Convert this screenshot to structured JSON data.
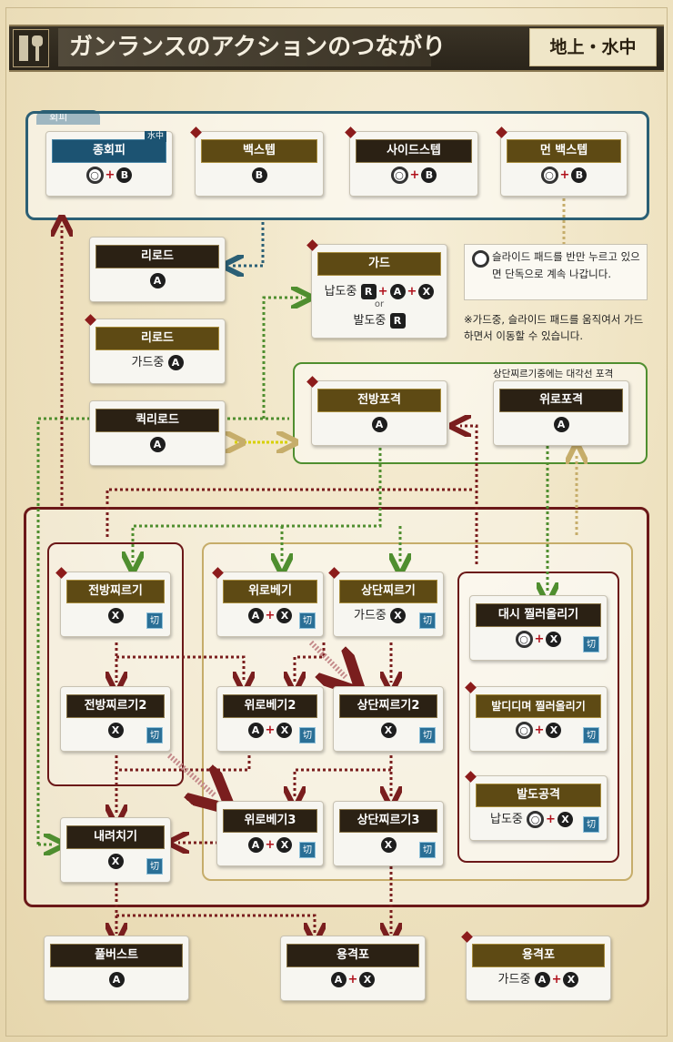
{
  "header": {
    "title": "ガンランスのアクションのつながり",
    "mode": "地上・水中"
  },
  "evade_group": {
    "label": "회피"
  },
  "plus_sign": "+",
  "nodes": {
    "dodge_sw": {
      "title": "종회피",
      "badge": "水中",
      "input": [
        "○",
        "B"
      ]
    },
    "backstep": {
      "title": "백스텝",
      "input": [
        "B"
      ]
    },
    "sidestep": {
      "title": "사이드스텝",
      "input": [
        "○",
        "B"
      ]
    },
    "far_backstep": {
      "title": "먼 백스텝",
      "input": [
        "○",
        "B"
      ]
    },
    "reload": {
      "title": "리로드",
      "input": [
        "A"
      ]
    },
    "reload_guard": {
      "title": "리로드",
      "prefix": "가드중",
      "input": [
        "A"
      ]
    },
    "quick_reload": {
      "title": "퀵리로드",
      "input": [
        "A"
      ]
    },
    "guard": {
      "title": "가드",
      "line1_prefix": "납도중",
      "line1": [
        "R",
        "A",
        "X"
      ],
      "or": "or",
      "line2_prefix": "발도중",
      "line2": [
        "R"
      ]
    },
    "fwd_shell": {
      "title": "전방포격",
      "input": [
        "A"
      ]
    },
    "up_shell": {
      "title": "위로포격",
      "input": [
        "A"
      ]
    },
    "fwd_poke": {
      "title": "전방찌르기",
      "input": [
        "X"
      ],
      "kiri": "切"
    },
    "up_slash": {
      "title": "위로베기",
      "input": [
        "A",
        "X"
      ],
      "kiri": "切"
    },
    "high_poke": {
      "title": "상단찌르기",
      "prefix": "가드중",
      "input": [
        "X"
      ],
      "kiri": "切"
    },
    "dash_thrust": {
      "title": "대시 찔러올리기",
      "input": [
        "○",
        "X"
      ],
      "kiri": "切"
    },
    "fwd_poke2": {
      "title": "전방찌르기2",
      "input": [
        "X"
      ],
      "kiri": "切"
    },
    "up_slash2": {
      "title": "위로베기2",
      "input": [
        "A",
        "X"
      ],
      "kiri": "切"
    },
    "high_poke2": {
      "title": "상단찌르기2",
      "input": [
        "X"
      ],
      "kiri": "切"
    },
    "step_thrust": {
      "title": "발디디며 찔러올리기",
      "input": [
        "○",
        "X"
      ],
      "kiri": "切"
    },
    "draw_attack": {
      "title": "발도공격",
      "prefix": "납도중",
      "input": [
        "○",
        "X"
      ],
      "kiri": "切"
    },
    "up_slash3": {
      "title": "위로베기3",
      "input": [
        "A",
        "X"
      ],
      "kiri": "切"
    },
    "high_poke3": {
      "title": "상단찌르기3",
      "input": [
        "X"
      ],
      "kiri": "切"
    },
    "overhead": {
      "title": "내려치기",
      "input": [
        "X"
      ],
      "kiri": "切"
    },
    "full_burst": {
      "title": "풀버스트",
      "input": [
        "A"
      ]
    },
    "wyvern_fire": {
      "title": "용격포",
      "input": [
        "A",
        "X"
      ]
    },
    "wyvern_fire_guard": {
      "title": "용격포",
      "prefix": "가드중",
      "input": [
        "A",
        "X"
      ]
    }
  },
  "notes": {
    "slide_pad": "슬라이드 패드를 반만 누르고 있으면 단독으로 계속 나갑니다.",
    "guard_move": "※가드중, 슬라이드 패드를 움직여서 가드하면서 이동할 수 있습니다.",
    "diagonal_shell": "상단찌르기중에는 대각선 포격"
  },
  "colors": {
    "blue": "#2b5f75",
    "green": "#4f8e2f",
    "red": "#6b1818",
    "yellow": "#c6ad6a",
    "brown_link": "#7a1e1e"
  }
}
